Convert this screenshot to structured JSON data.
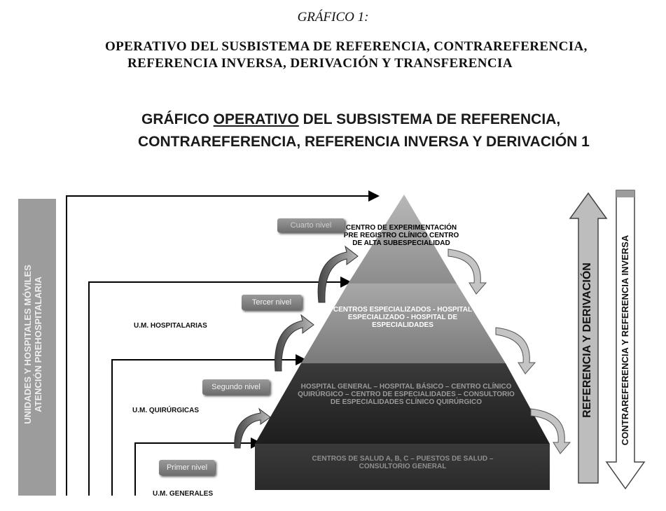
{
  "caption": "GRÁFICO 1:",
  "title_line1": "OPERATIVO DEL SUSBISTEMA DE REFERENCIA, CONTRAREFERENCIA,",
  "title_line2": "REFERENCIA INVERSA, DERIVACIÓN Y TRANSFERENCIA",
  "graphic_title": {
    "line1_prefix": "GRÁFICO ",
    "line1_underlined": "OPERATIVO",
    "line1_suffix": " DEL SUBSISTEMA DE REFERENCIA,",
    "line2": "CONTRAREFERENCIA, REFERENCIA INVERSA Y DERIVACIÓN 1"
  },
  "left_bar": {
    "line1": "UNIDADES Y HOSPITALES MÓVILES",
    "line2": "ATENCIÓN PREHOSPITALARIA"
  },
  "levels": [
    {
      "button": "Cuarto nivel",
      "content": [
        "CENTRO DE EXPERIMENTACIÓN",
        "PRE REGISTRO CLÍNICO CENTRO",
        "DE ALTA SUBESPECIALIDAD"
      ],
      "unit": ""
    },
    {
      "button": "Tercer nivel",
      "content": [
        "CENTROS ESPECIALIZADOS - HOSPITAL",
        "ESPECIALIZADO - HOSPITAL DE",
        "ESPECIALIDADES"
      ],
      "unit": "U.M. HOSPITALARIAS"
    },
    {
      "button": "Segundo nivel",
      "content": [
        "HOSPITAL GENERAL – HOSPITAL BÁSICO – CENTRO CLÍNICO",
        "QUIRÚRGICO – CENTRO DE ESPECIALIDADES – CONSULTORIO",
        "DE ESPECIALIDADES CLÍNICO QUIRÚRGICO"
      ],
      "unit": "U.M. QUIRÚRGICAS"
    },
    {
      "button": "Primer nivel",
      "content": [
        "CENTROS DE SALUD A, B, C – PUESTOS DE SALUD –",
        "CONSULTORIO GENERAL"
      ],
      "unit": "U.M. GENERALES"
    }
  ],
  "up_arrow_label": "REFERENCIA Y DERIVACIÓN",
  "down_arrow_label": "CONTRAREFERENCIA Y REFERENCIA INVERSA",
  "colors": {
    "tier1": "#2e2e2e",
    "tier2": "#262626",
    "tier3": "#8a8a8a",
    "tier4": "#9c9c9c",
    "bar": "#9a9a9a"
  }
}
